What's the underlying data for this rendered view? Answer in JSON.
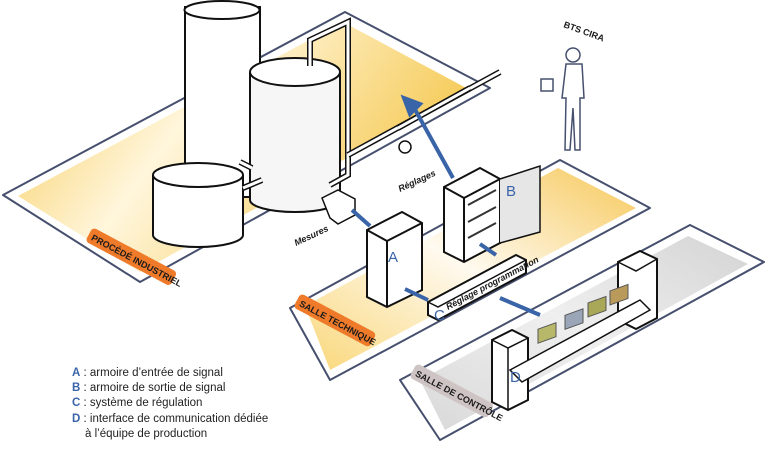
{
  "title_figure": "BTS CIRA",
  "zones": {
    "procede": "PROCÉDÉ INDUSTRIEL",
    "technique": "SALLE TECHNIQUE",
    "controle": "SALLE DE CONTRÔLE"
  },
  "labels": {
    "mesures": "Mesures",
    "reglages": "Réglages",
    "reglage_programmation": "Réglage programmation"
  },
  "letters": {
    "a": "A",
    "b": "B",
    "c": "C",
    "d": "D"
  },
  "legend": [
    {
      "key": "A",
      "sep": " : ",
      "text": "armoire d’entrée de signal"
    },
    {
      "key": "B",
      "sep": " : ",
      "text": "armoire de sortie de signal"
    },
    {
      "key": "C",
      "sep": " : ",
      "text": "système de régulation"
    },
    {
      "key": "D",
      "sep": " : ",
      "text": "interface de communication dédiée"
    }
  ],
  "legend_continuation": "à l’équipe de production",
  "colors": {
    "arrow": "#3a64a8",
    "orange_tag": "#ee7a2a",
    "grey_tag": "#cfc4c4",
    "floor_yellow": "#f8d36a",
    "floor_grey": "#dedede",
    "outline": "#46506e"
  }
}
